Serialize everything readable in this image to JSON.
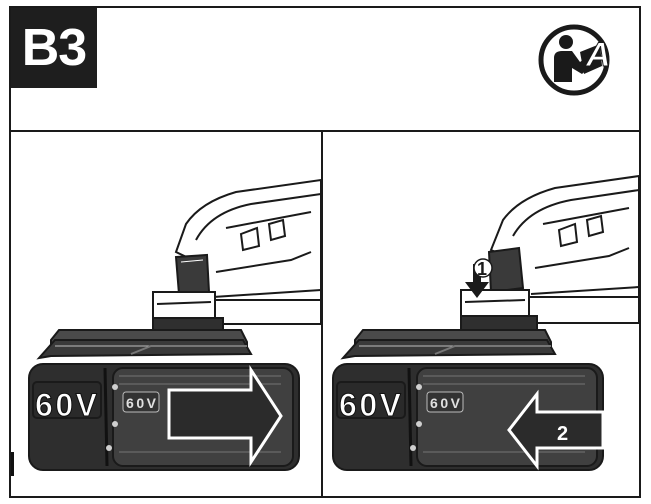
{
  "step_badge": "B3",
  "manual_icon_text": "A",
  "left_panel": {
    "battery_label_large": "60V",
    "battery_label_small": "60V",
    "arrow_direction": "right"
  },
  "right_panel": {
    "battery_label_large": "60V",
    "battery_label_small": "60V",
    "callout_1": "1",
    "callout_2": "2",
    "arrow_direction": "left"
  },
  "colors": {
    "ink": "#1a1a1a",
    "arrow": "#2b2b2b",
    "paper": "#ffffff"
  }
}
